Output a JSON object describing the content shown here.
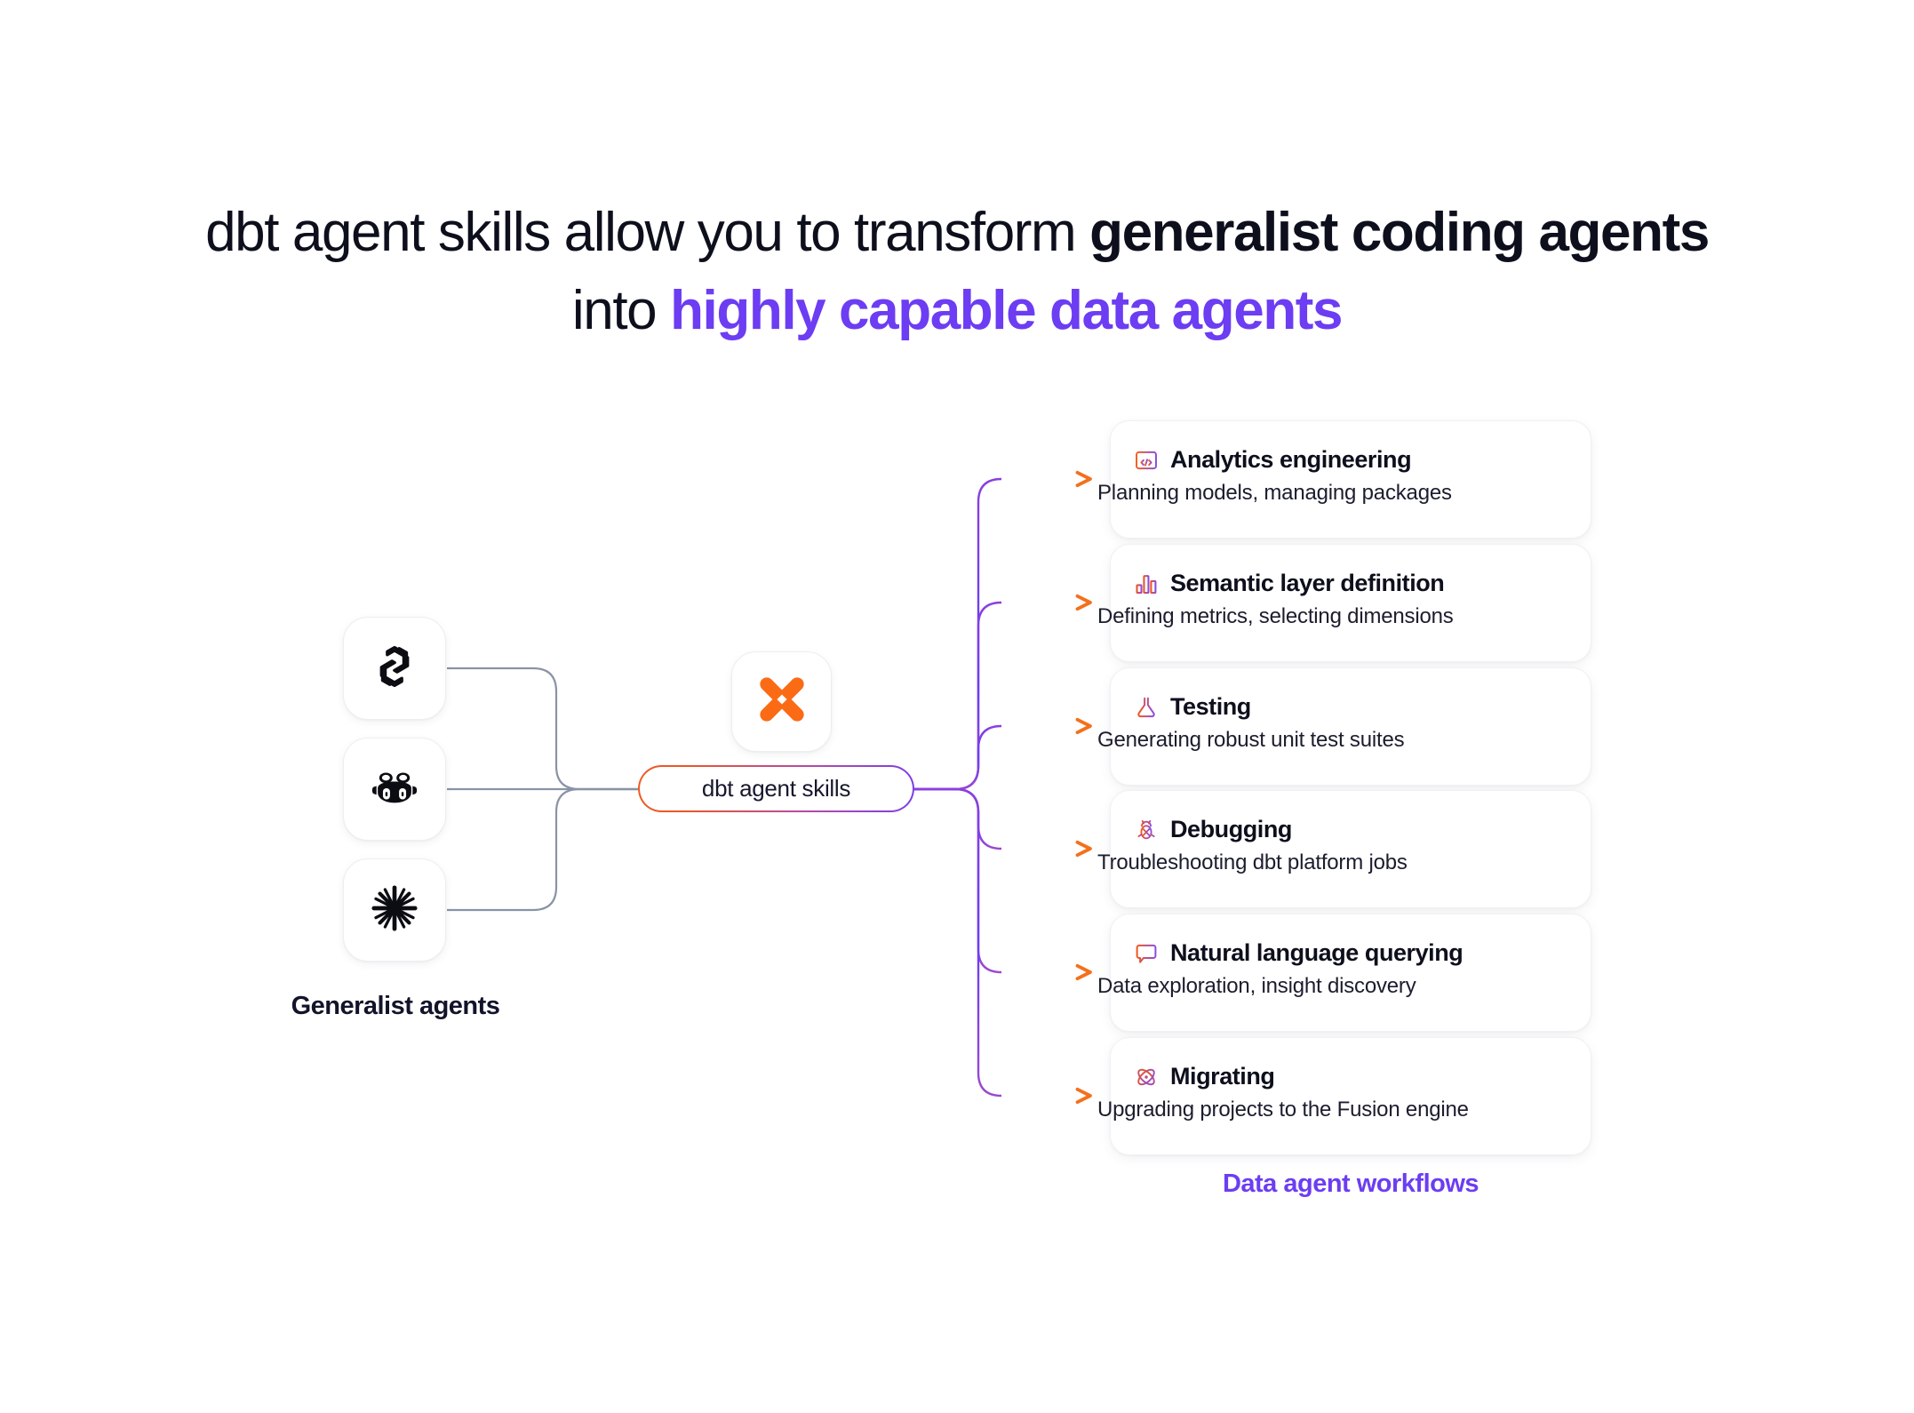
{
  "title": {
    "line1_plain": "dbt agent skills allow you to transform ",
    "line1_bold": "generalist coding agents",
    "line2_plain": "into ",
    "line2_accent": "highly capable data agents"
  },
  "colors": {
    "accent_purple": "#6C3DF2",
    "brand_orange": "#FB6B16",
    "wire_gray": "#8A93A6",
    "text_dark": "#0D0F1C"
  },
  "left": {
    "label": "Generalist agents",
    "agents": [
      {
        "name": "OpenAI",
        "icon": "openai-logo-icon"
      },
      {
        "name": "GitHub Copilot",
        "icon": "copilot-robot-icon"
      },
      {
        "name": "Claude",
        "icon": "claude-asterisk-icon"
      }
    ]
  },
  "center": {
    "logo_icon": "dbt-logo-icon",
    "pill_label": "dbt agent skills"
  },
  "right": {
    "label": "Data agent workflows",
    "cards": [
      {
        "icon": "code-window-icon",
        "title": "Analytics engineering",
        "subtitle": "Planning models, managing packages"
      },
      {
        "icon": "bar-chart-icon",
        "title": "Semantic layer definition",
        "subtitle": "Defining metrics, selecting dimensions"
      },
      {
        "icon": "flask-icon",
        "title": "Testing",
        "subtitle": "Generating robust unit test suites"
      },
      {
        "icon": "bug-icon",
        "title": "Debugging",
        "subtitle": "Troubleshooting dbt platform jobs"
      },
      {
        "icon": "chat-bubble-icon",
        "title": "Natural language querying",
        "subtitle": "Data exploration, insight discovery"
      },
      {
        "icon": "atom-icon",
        "title": "Migrating",
        "subtitle": "Upgrading projects to the Fusion engine"
      }
    ]
  }
}
